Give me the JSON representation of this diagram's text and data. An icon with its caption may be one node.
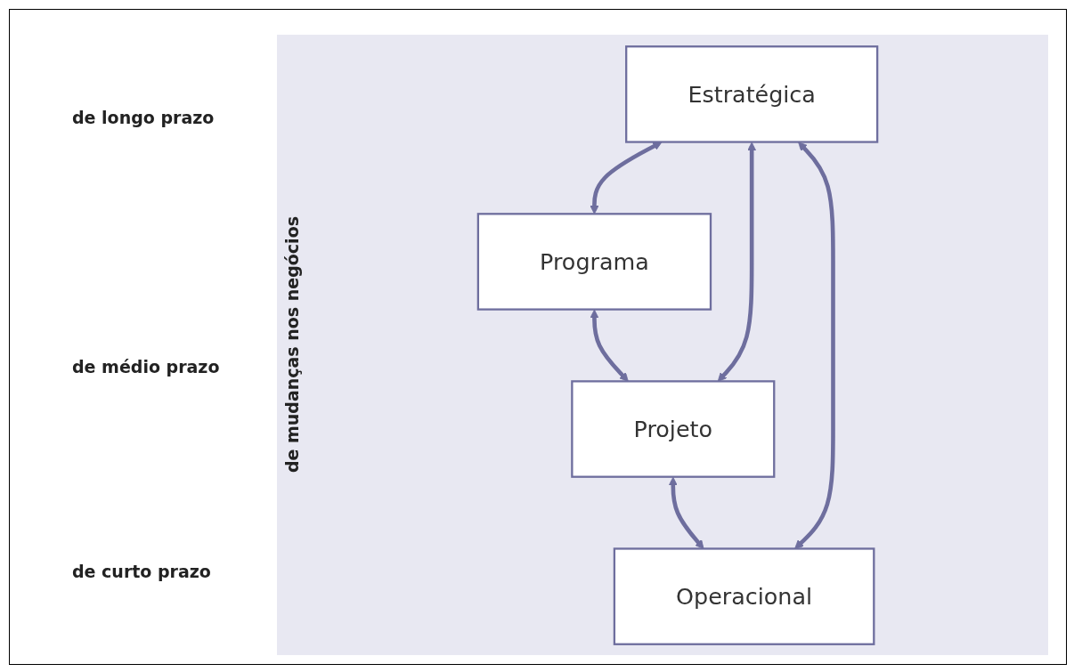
{
  "diagram": {
    "nodes": [
      {
        "text": [
          "Estratégica"
        ]
      },
      {
        "text": [
          "Programa"
        ]
      },
      {
        "text": [
          "Projeto"
        ]
      },
      {
        "text": [
          "Operacional"
        ]
      }
    ],
    "edges": [
      {
        "from": 0,
        "to": 1,
        "arrow": "both"
      },
      {
        "from": 1,
        "to": 2,
        "arrow": "both"
      },
      {
        "from": 0,
        "to": 2,
        "arrow": "both"
      },
      {
        "from": 2,
        "to": 3,
        "arrow": "both"
      },
      {
        "from": 0,
        "to": 3,
        "arrow": "both"
      }
    ],
    "labels": [
      "de longo prazo",
      "de mudanças nos negócios",
      "de médio prazo",
      "de curto prazo"
    ]
  }
}
